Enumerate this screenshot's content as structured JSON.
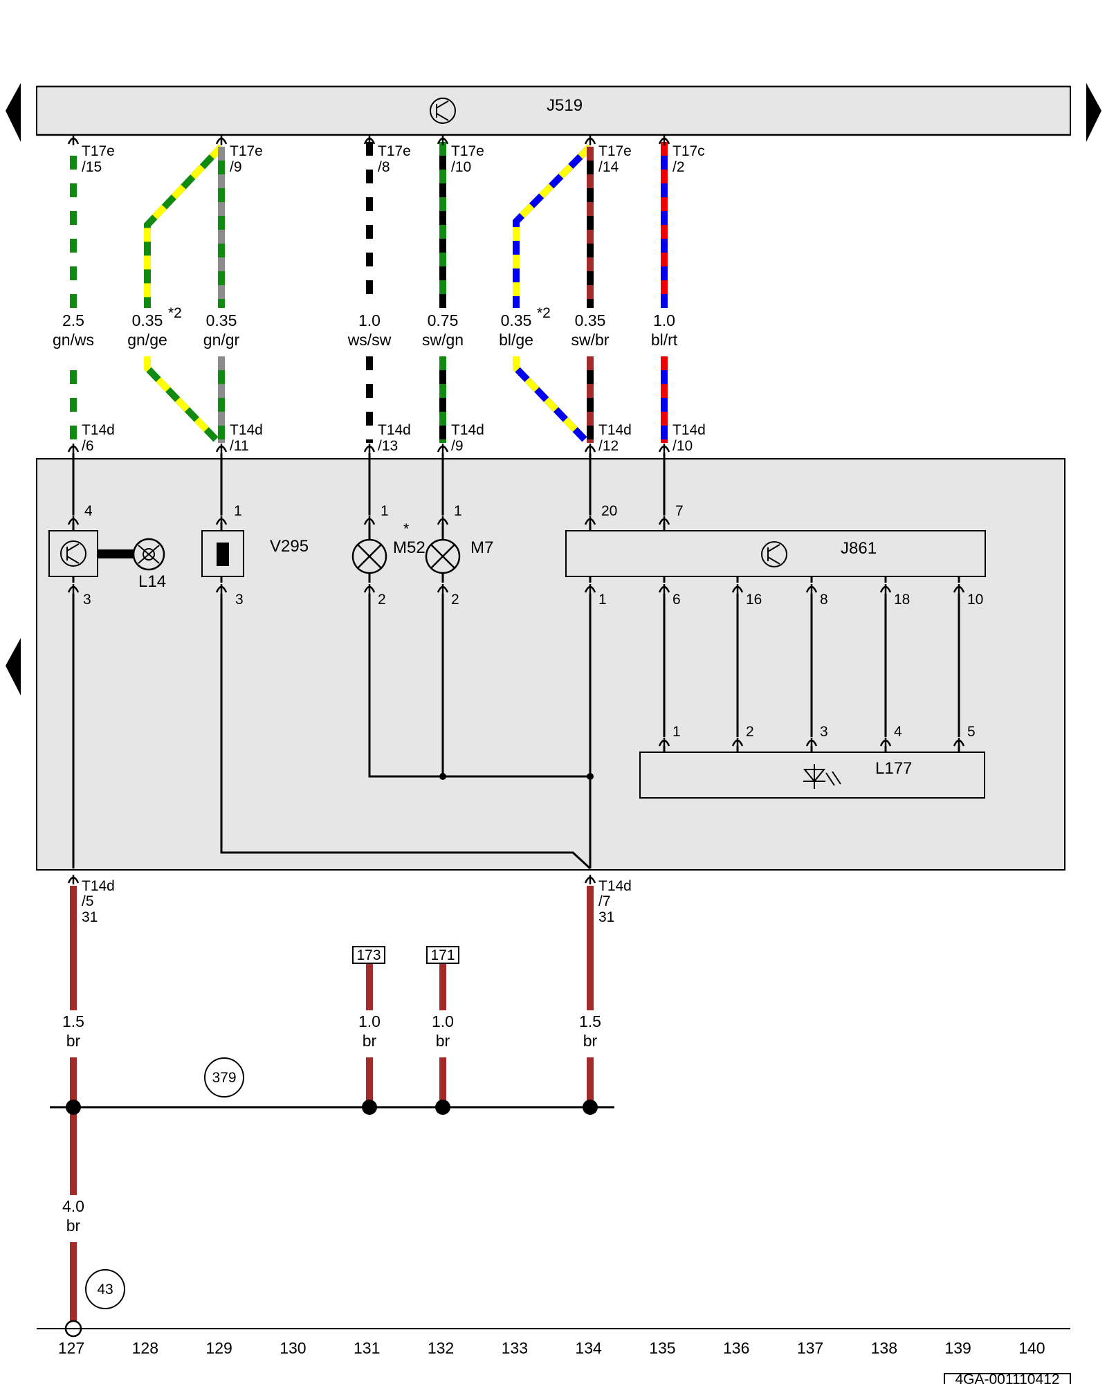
{
  "colors": {
    "gn": "#118a11",
    "ws": "#ffffff",
    "ge": "#ffff00",
    "gr": "#8c8c8c",
    "sw": "#000000",
    "bl": "#0000ee",
    "rt": "#ee0000",
    "br": "#a52a2a",
    "panel": "#e6e6e6"
  },
  "components": {
    "top_module": "J519",
    "inner_module": "J861",
    "lamp_unit": "L177",
    "fan": "V295",
    "bulb_left": "M52",
    "bulb_left_star": "*",
    "bulb_right": "M7",
    "indicator": "L14"
  },
  "top_wires": [
    {
      "conn": "T17e",
      "pin": "/15",
      "size": "2.5",
      "color": "gn/ws",
      "note": ""
    },
    {
      "conn": "",
      "pin": "",
      "size": "0.35",
      "color": "gn/ge",
      "note": "*2"
    },
    {
      "conn": "T17e",
      "pin": "/9",
      "size": "0.35",
      "color": "gn/gr",
      "note": ""
    },
    {
      "conn": "T17e",
      "pin": "/8",
      "size": "1.0",
      "color": "ws/sw",
      "note": ""
    },
    {
      "conn": "T17e",
      "pin": "/10",
      "size": "0.75",
      "color": "sw/gn",
      "note": ""
    },
    {
      "conn": "",
      "pin": "",
      "size": "0.35",
      "color": "bl/ge",
      "note": "*2"
    },
    {
      "conn": "T17e",
      "pin": "/14",
      "size": "0.35",
      "color": "sw/br",
      "note": ""
    },
    {
      "conn": "T17c",
      "pin": "/2",
      "size": "1.0",
      "color": "bl/rt",
      "note": ""
    }
  ],
  "mid_connectors": [
    {
      "conn": "T14d",
      "pin": "/6"
    },
    {
      "conn": "T14d",
      "pin": "/11"
    },
    {
      "conn": "T14d",
      "pin": "/13"
    },
    {
      "conn": "T14d",
      "pin": "/9"
    },
    {
      "conn": "T14d",
      "pin": "/12"
    },
    {
      "conn": "T14d",
      "pin": "/10"
    }
  ],
  "inner_pins": {
    "l14_top": "4",
    "l14_bot": "3",
    "v295_top": "1",
    "v295_bot": "3",
    "m52_top": "1",
    "m52_bot": "2",
    "m7_top": "1",
    "m7_bot": "2",
    "j861_in_a": "20",
    "j861_in_b": "7",
    "j861_out": [
      "1",
      "6",
      "16",
      "8",
      "18",
      "10"
    ],
    "l177_in": [
      "1",
      "2",
      "3",
      "4",
      "5"
    ]
  },
  "bottom_connectors": [
    {
      "conn": "T14d",
      "pin": "/5",
      "terminal": "31"
    },
    {
      "conn": "T14d",
      "pin": "/7",
      "terminal": "31"
    }
  ],
  "bottom_refs": [
    "173",
    "171"
  ],
  "bottom_wires": [
    {
      "size": "1.5",
      "color": "br"
    },
    {
      "size": "1.0",
      "color": "br"
    },
    {
      "size": "1.0",
      "color": "br"
    },
    {
      "size": "1.5",
      "color": "br"
    },
    {
      "size": "4.0",
      "color": "br"
    }
  ],
  "ground_points": [
    "379",
    "43"
  ],
  "grid_numbers": [
    "127",
    "128",
    "129",
    "130",
    "131",
    "132",
    "133",
    "134",
    "135",
    "136",
    "137",
    "138",
    "139",
    "140"
  ],
  "document_code": "4GA-001110412"
}
